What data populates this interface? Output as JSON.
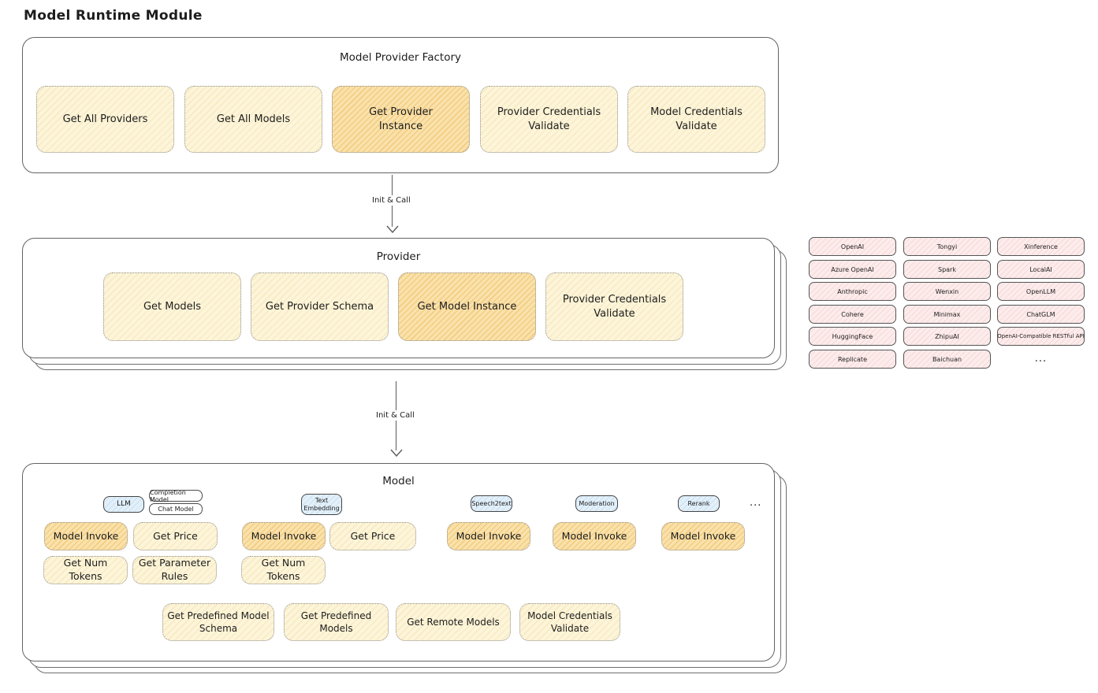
{
  "title": "Model Runtime Module",
  "factory": {
    "title": "Model Provider Factory",
    "buttons": [
      {
        "label": "Get All Providers",
        "highlighted": false
      },
      {
        "label": "Get All Models",
        "highlighted": false
      },
      {
        "label": "Get Provider Instance",
        "highlighted": true
      },
      {
        "label": "Provider Credentials Validate",
        "highlighted": false
      },
      {
        "label": "Model Credentials Validate",
        "highlighted": false
      }
    ]
  },
  "arrow1": {
    "label": "Init & Call"
  },
  "arrow2": {
    "label": "Init & Call"
  },
  "provider": {
    "title": "Provider",
    "buttons": [
      {
        "label": "Get Models",
        "highlighted": false
      },
      {
        "label": "Get Provider Schema",
        "highlighted": false
      },
      {
        "label": "Get Model Instance",
        "highlighted": true
      },
      {
        "label": "Provider Credentials Validate",
        "highlighted": false
      }
    ]
  },
  "providers_list": {
    "col1": [
      "OpenAI",
      "Azure OpenAI",
      "Anthropic",
      "Cohere",
      "HuggingFace",
      "Replicate"
    ],
    "col2": [
      "Tongyi",
      "Spark",
      "Wenxin",
      "Minimax",
      "ZhipuAI",
      "Baichuan"
    ],
    "col3": [
      "Xinference",
      "LocalAI",
      "OpenLLM",
      "ChatGLM",
      "OpenAI-Compatible RESTful API"
    ],
    "more": "..."
  },
  "model": {
    "title": "Model",
    "tabs": {
      "llm": "LLM",
      "completion": "Completion Model",
      "chat": "Chat Model",
      "embedding": "Text Embedding",
      "speech": "Speech2text",
      "moderation": "Moderation",
      "rerank": "Rerank",
      "more": "..."
    },
    "llm_buttons": [
      {
        "label": "Model Invoke",
        "highlighted": true
      },
      {
        "label": "Get Price",
        "highlighted": false
      },
      {
        "label": "Get Num Tokens",
        "highlighted": false
      },
      {
        "label": "Get Parameter Rules",
        "highlighted": false
      }
    ],
    "embedding_buttons": [
      {
        "label": "Model Invoke",
        "highlighted": true
      },
      {
        "label": "Get Price",
        "highlighted": false
      },
      {
        "label": "Get Num Tokens",
        "highlighted": false
      }
    ],
    "speech_buttons": [
      {
        "label": "Model Invoke",
        "highlighted": true
      }
    ],
    "moderation_buttons": [
      {
        "label": "Model Invoke",
        "highlighted": true
      }
    ],
    "rerank_buttons": [
      {
        "label": "Model Invoke",
        "highlighted": true
      }
    ],
    "bottom_buttons": [
      {
        "label": "Get Predefined Model Schema"
      },
      {
        "label": "Get Predefined Models"
      },
      {
        "label": "Get Remote Models"
      },
      {
        "label": "Model Credentials Validate"
      }
    ]
  },
  "colors": {
    "button_yellow": "#fdf5da",
    "button_orange": "#f9e2ab",
    "tab_blue": "#e3f0fa",
    "chip_pink": "#fcecec",
    "stroke": "#5a5a5a"
  }
}
